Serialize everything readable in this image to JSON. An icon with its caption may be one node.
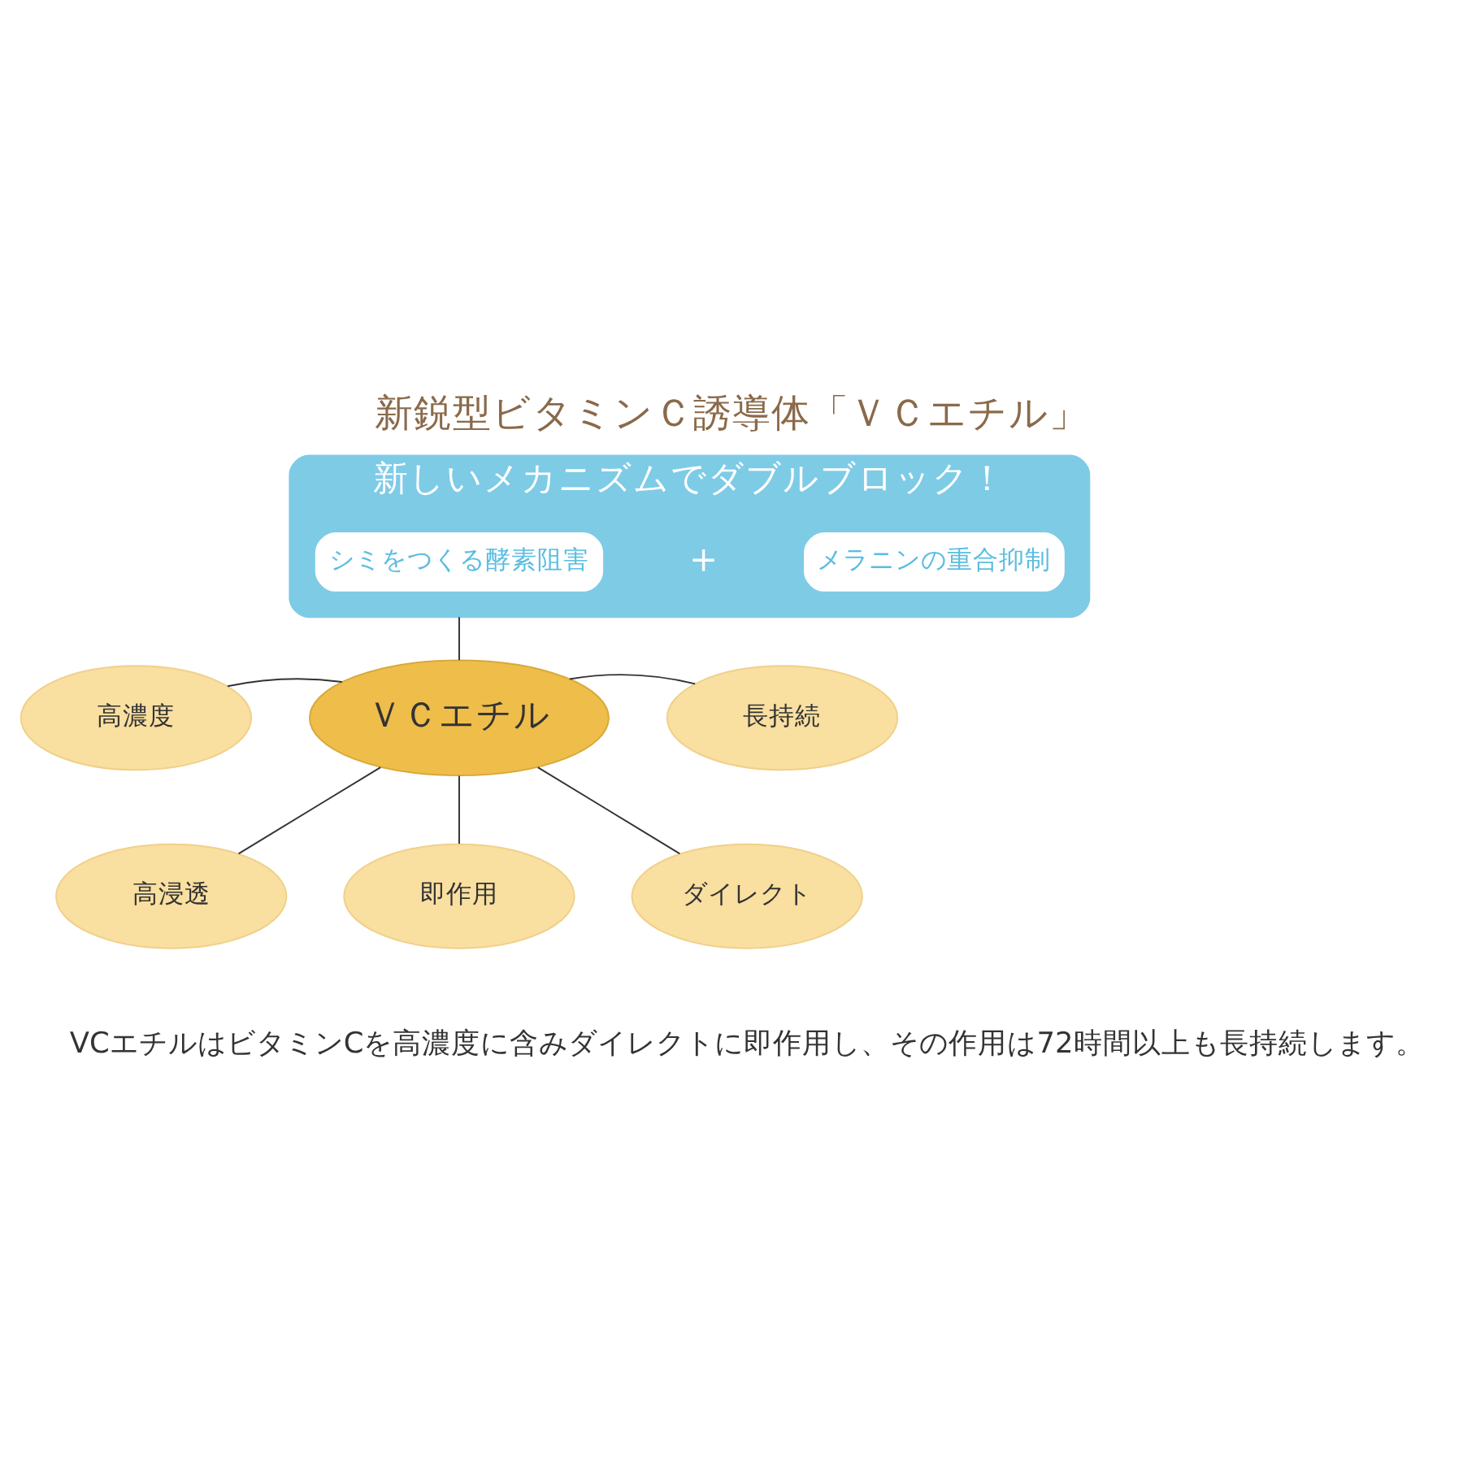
{
  "diagram": {
    "title": "新鋭型ビタミンＣ誘導体「ＶＣエチル」",
    "caption": "VCエチルはビタミンCを高濃度に含みダイレクトに即作用し、その作用は72時間以上も長持続します。",
    "nodes": [
      {
        "text": [
          "新しいメカニズムでダブルブロック！"
        ]
      },
      {
        "text": [
          "シミをつくる酵素阻害"
        ],
        "in": 0
      },
      {
        "text": [
          "メラニンの重合抑制"
        ],
        "in": 0
      },
      {
        "text": [
          "ＶＣエチル"
        ]
      },
      {
        "text": [
          "高濃度"
        ]
      },
      {
        "text": [
          "長持続"
        ]
      },
      {
        "text": [
          "高浸透"
        ]
      },
      {
        "text": [
          "即作用"
        ]
      },
      {
        "text": [
          "ダイレクト"
        ]
      }
    ],
    "edges": [
      {
        "from": 3,
        "to": 0,
        "arrow": "none"
      },
      {
        "from": 3,
        "to": 4,
        "arrow": "none"
      },
      {
        "from": 3,
        "to": 5,
        "arrow": "none"
      },
      {
        "from": 3,
        "to": 6,
        "arrow": "none"
      },
      {
        "from": 3,
        "to": 7,
        "arrow": "none"
      },
      {
        "from": 3,
        "to": 8,
        "arrow": "none"
      }
    ],
    "labels": [
      "＋"
    ]
  }
}
